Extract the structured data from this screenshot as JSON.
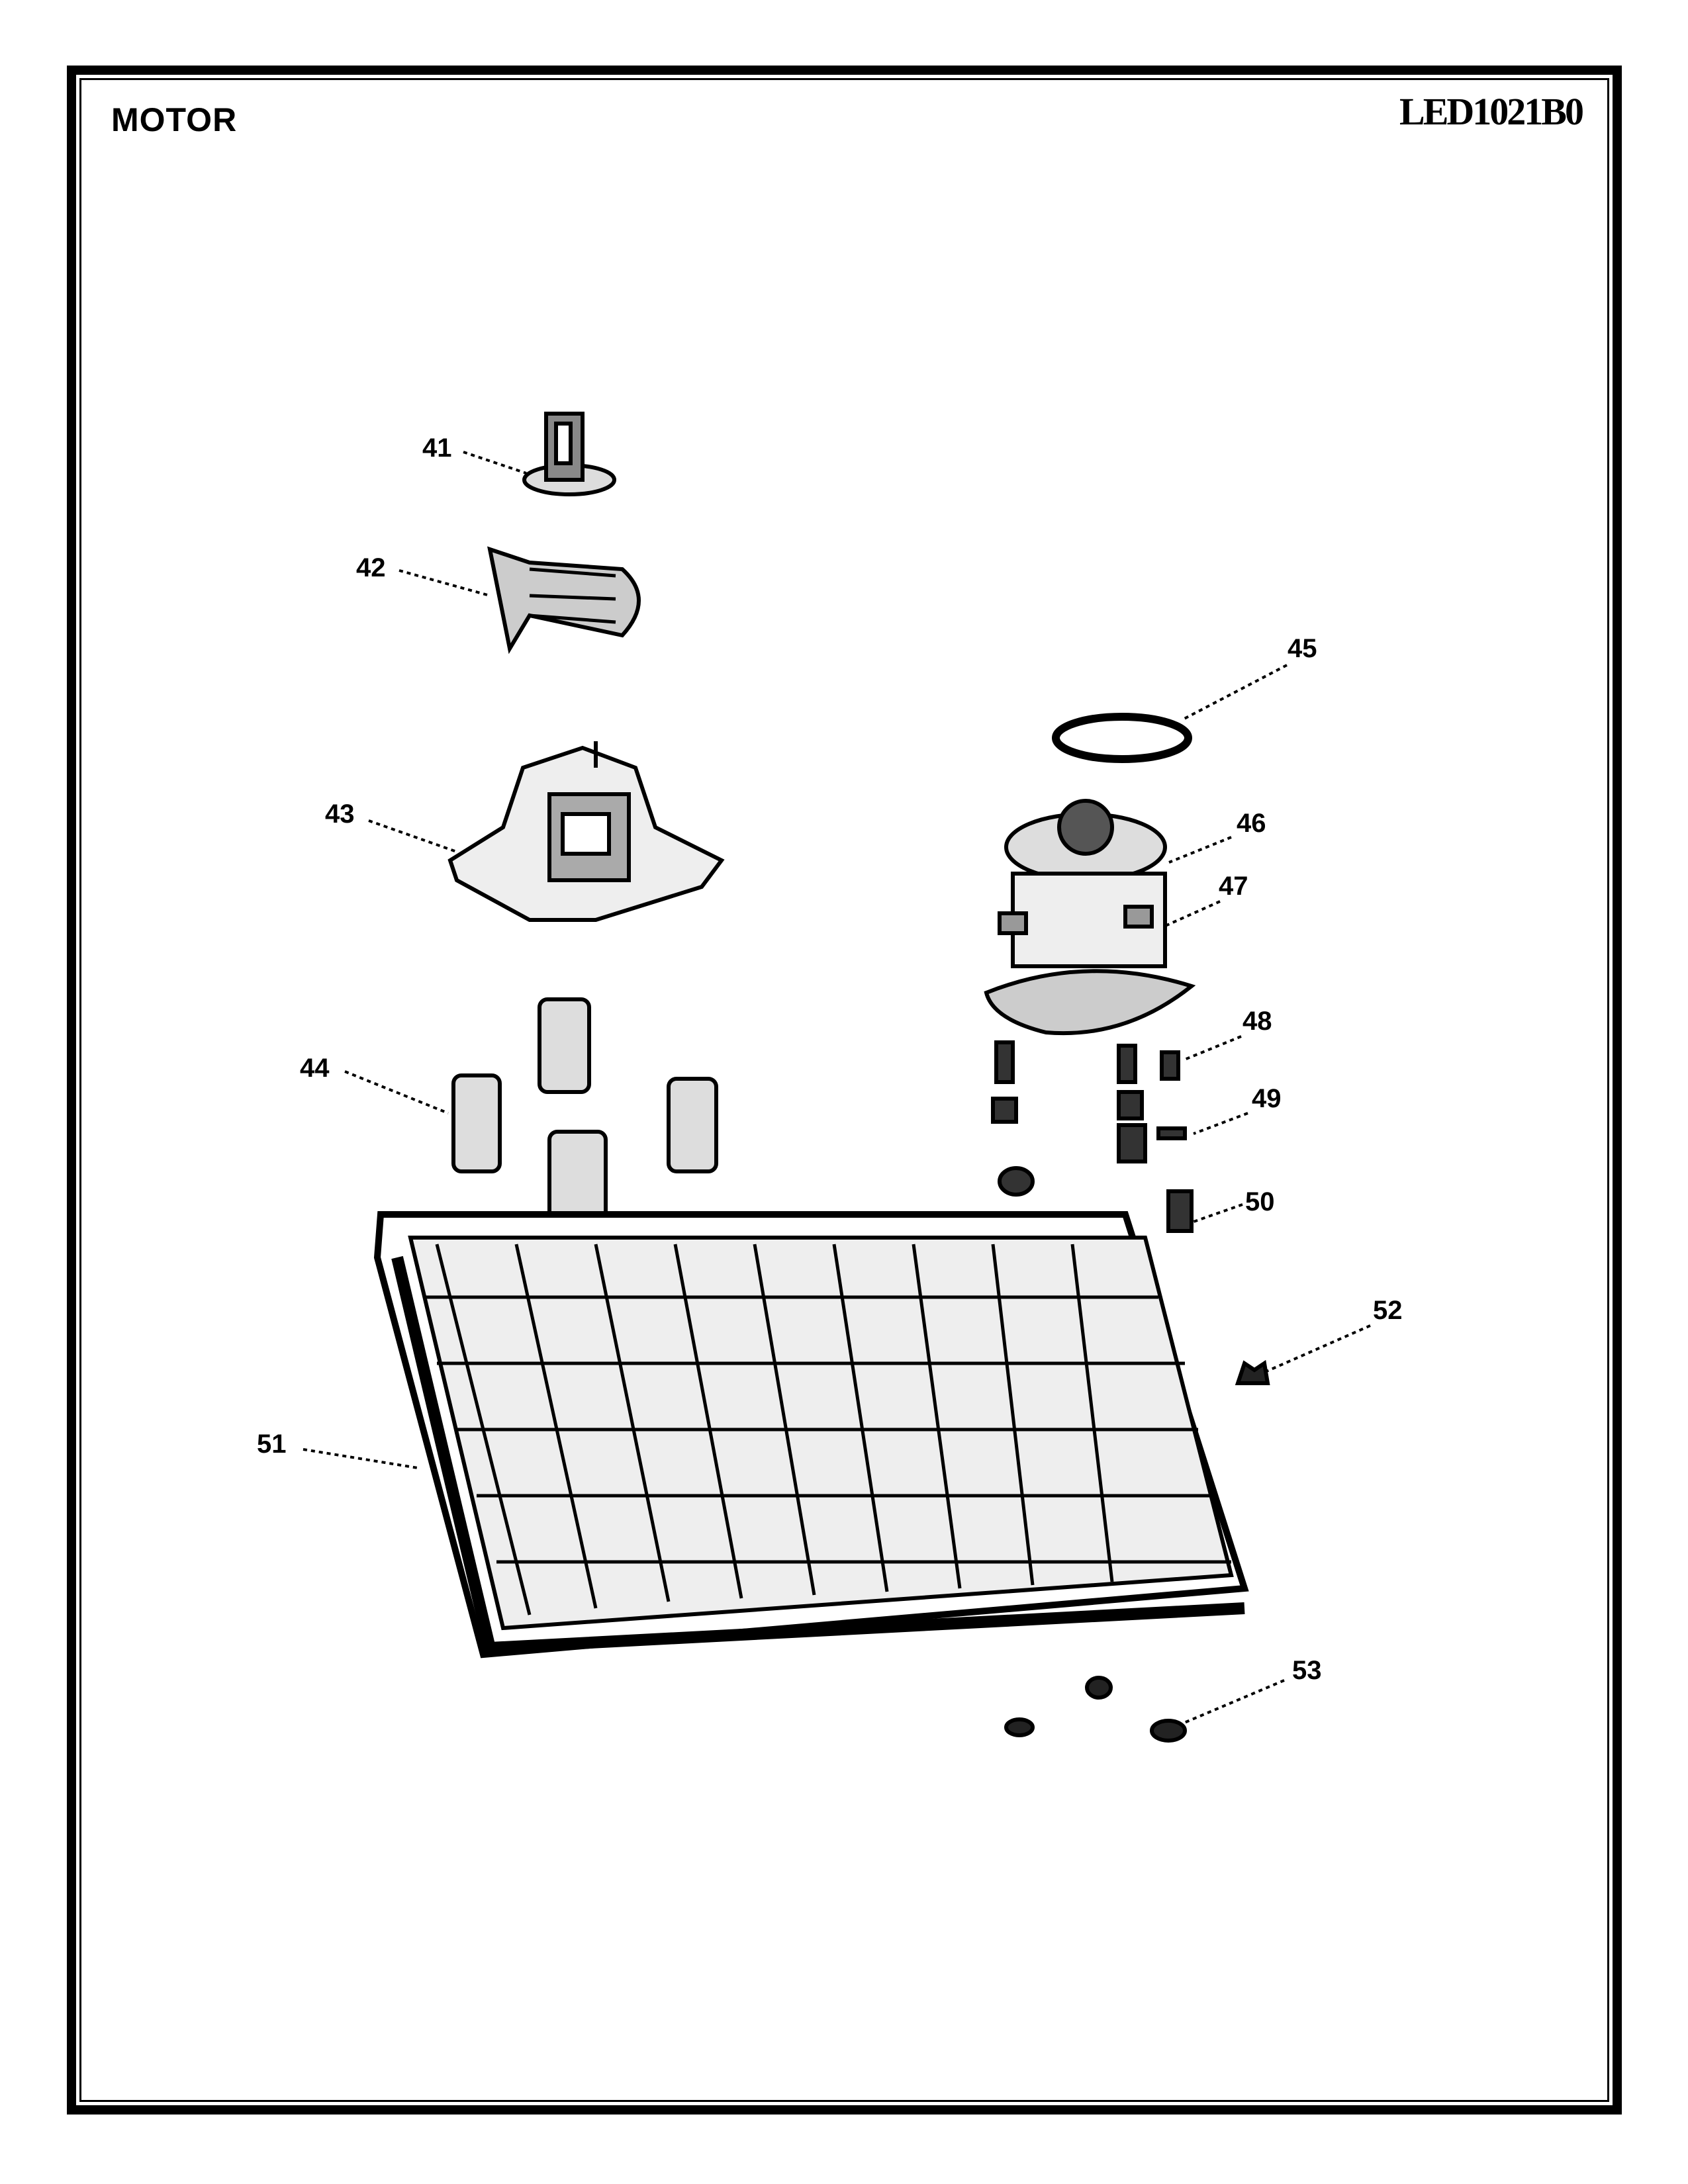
{
  "header": {
    "title": "MOTOR",
    "model": "LED1021B0"
  },
  "callouts": [
    "41",
    "42",
    "43",
    "44",
    "45",
    "46",
    "47",
    "48",
    "49",
    "50",
    "51",
    "52",
    "53"
  ]
}
